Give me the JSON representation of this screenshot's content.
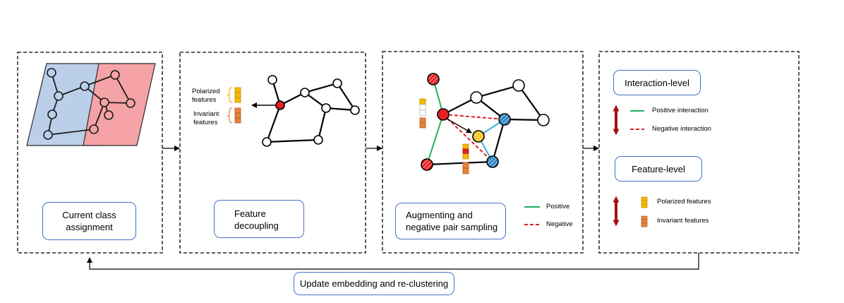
{
  "stage1": {
    "label_line1": "Current class",
    "label_line2": "assignment"
  },
  "stage2": {
    "label_line1": "Feature",
    "label_line2": "decoupling",
    "polarized_line1": "Polarized",
    "polarized_line2": "features",
    "invariant_line1": "Invariant",
    "invariant_line2": "features"
  },
  "stage3": {
    "label_line1": "Augmenting and",
    "label_line2": "negative pair sampling",
    "legend_positive": "Positive",
    "legend_negative": "Negative"
  },
  "stage4": {
    "interaction_title": "Interaction-level",
    "positive_interaction": "Positive interaction",
    "negative_interaction": "Negative interaction",
    "feature_title": "Feature-level",
    "polarized_features": "Polarized features",
    "invariant_features": "Invariant features"
  },
  "feedback": {
    "label": "Update embedding and re-clustering"
  },
  "colors": {
    "positive": "#1DB25B",
    "negative": "#E02020",
    "polarized": "#F5B800",
    "invariant": "#E8823A",
    "highlight_red": "#E62020",
    "blue_node": "#2E86C1",
    "region_blue": "#BCCFEA",
    "region_red": "#F5A3A6",
    "box_border": "#4472C4",
    "dark_arrow": "#A50F15"
  }
}
